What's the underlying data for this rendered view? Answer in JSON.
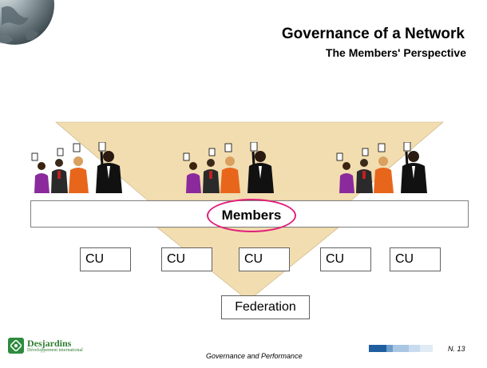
{
  "title": "Governance of a Network",
  "subtitle": "The Members' Perspective",
  "members_label": "Members",
  "cu_boxes": [
    "CU",
    "CU",
    "CU",
    "CU",
    "CU"
  ],
  "federation_label": "Federation",
  "footer": {
    "logo_name": "Desjardins",
    "logo_sub": "Développement international",
    "center_text": "Governance and Performance",
    "page_number": "N. 13"
  },
  "colors": {
    "funnel": "#f2ddb0",
    "oval": "#e0207a",
    "brand_green": "#2e7d32",
    "footer_bar_dark": "#1f5fa0",
    "footer_bar_light": "#a9c6e3"
  },
  "icons": [
    "globe-icon",
    "voting-people-icon",
    "desjardins-logo-icon"
  ]
}
